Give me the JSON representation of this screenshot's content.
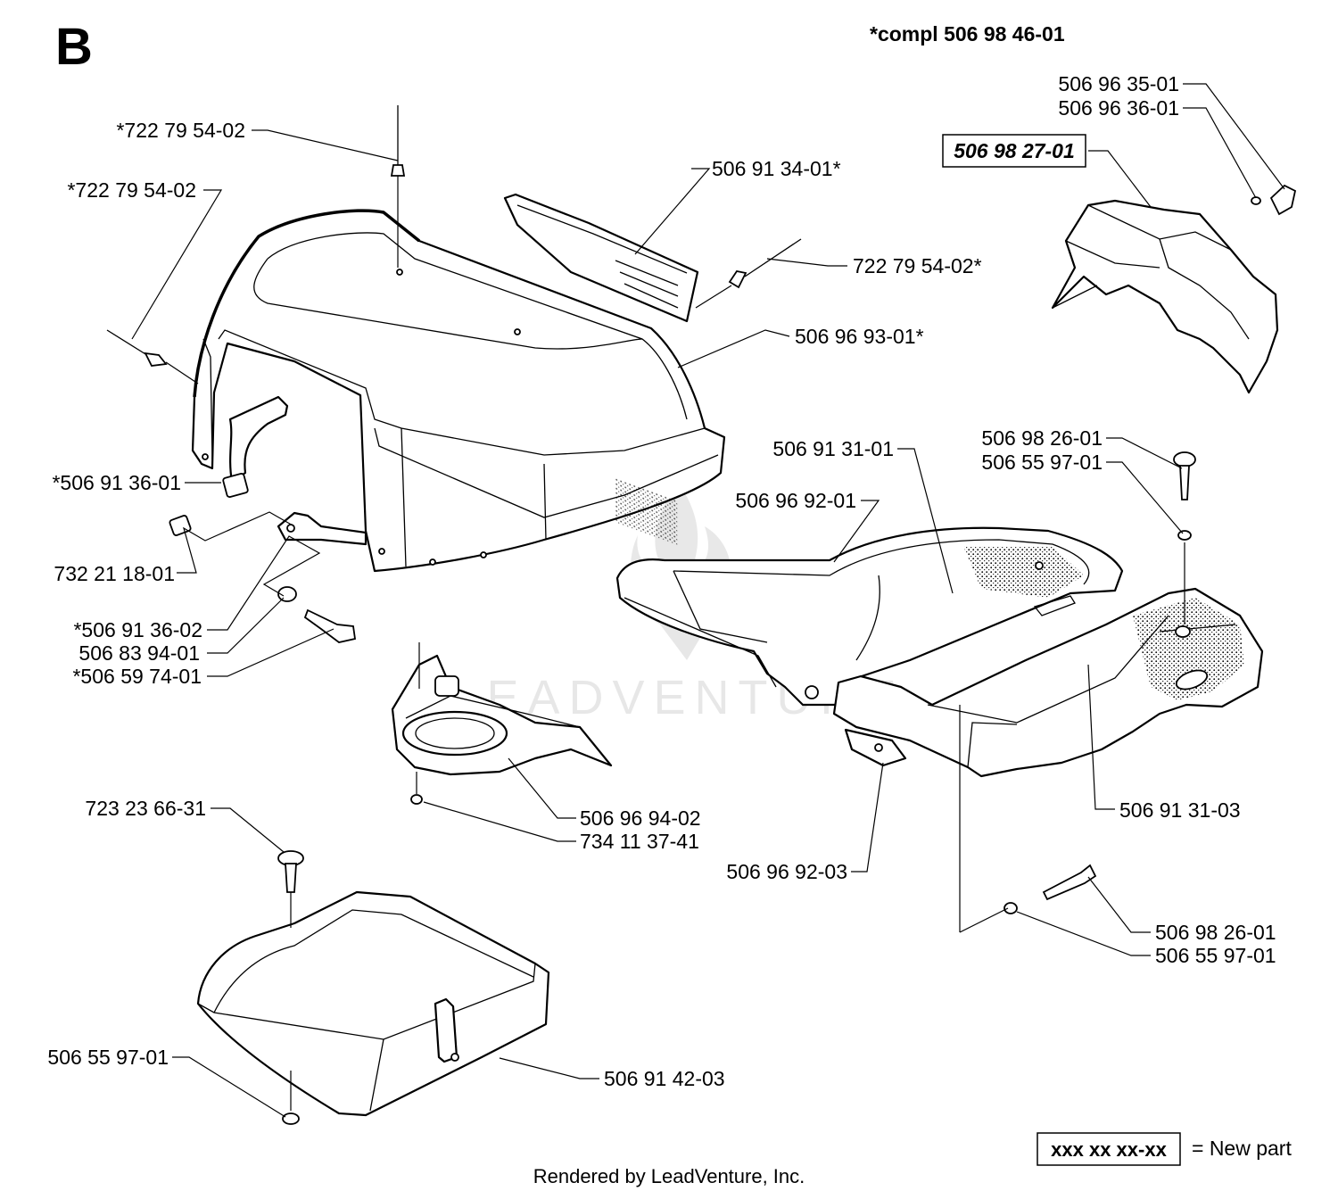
{
  "section_letter": "B",
  "complete_kit": "*compl 506 98 46-01",
  "new_part_example": "xxx xx xx-xx",
  "new_part_legend": "= New part",
  "footer": "Rendered by LeadVenture, Inc.",
  "watermark": "LEADVENTURE",
  "callouts": [
    {
      "id": "c01",
      "text": "*722 79 54-02"
    },
    {
      "id": "c02",
      "text": "*722 79 54-02"
    },
    {
      "id": "c03",
      "text": "506 91 34-01*"
    },
    {
      "id": "c04",
      "text": "722 79 54-02*"
    },
    {
      "id": "c05",
      "text": "506 96 93-01*"
    },
    {
      "id": "c06",
      "text": "*506 91 36-01"
    },
    {
      "id": "c07",
      "text": "732 21 18-01"
    },
    {
      "id": "c08",
      "text": "*506 91 36-02"
    },
    {
      "id": "c09",
      "text": "506 83 94-01"
    },
    {
      "id": "c10",
      "text": "*506 59 74-01"
    },
    {
      "id": "c11",
      "text": "506 96 35-01"
    },
    {
      "id": "c12",
      "text": "506 96 36-01"
    },
    {
      "id": "c13",
      "text": "506 98 27-01"
    },
    {
      "id": "c14",
      "text": "506 91 31-01"
    },
    {
      "id": "c15",
      "text": "506 96 92-01"
    },
    {
      "id": "c16",
      "text": "506 98 26-01"
    },
    {
      "id": "c17",
      "text": "506 55 97-01"
    },
    {
      "id": "c18",
      "text": "506 96 94-02"
    },
    {
      "id": "c19",
      "text": "734 11 37-41"
    },
    {
      "id": "c20",
      "text": "506 96 92-03"
    },
    {
      "id": "c21",
      "text": "506 91 31-03"
    },
    {
      "id": "c22",
      "text": "723 23 66-31"
    },
    {
      "id": "c23",
      "text": "506 98 26-01"
    },
    {
      "id": "c24",
      "text": "506 55 97-01"
    },
    {
      "id": "c25",
      "text": "506 55 97-01"
    },
    {
      "id": "c26",
      "text": "506 91 42-03"
    }
  ]
}
